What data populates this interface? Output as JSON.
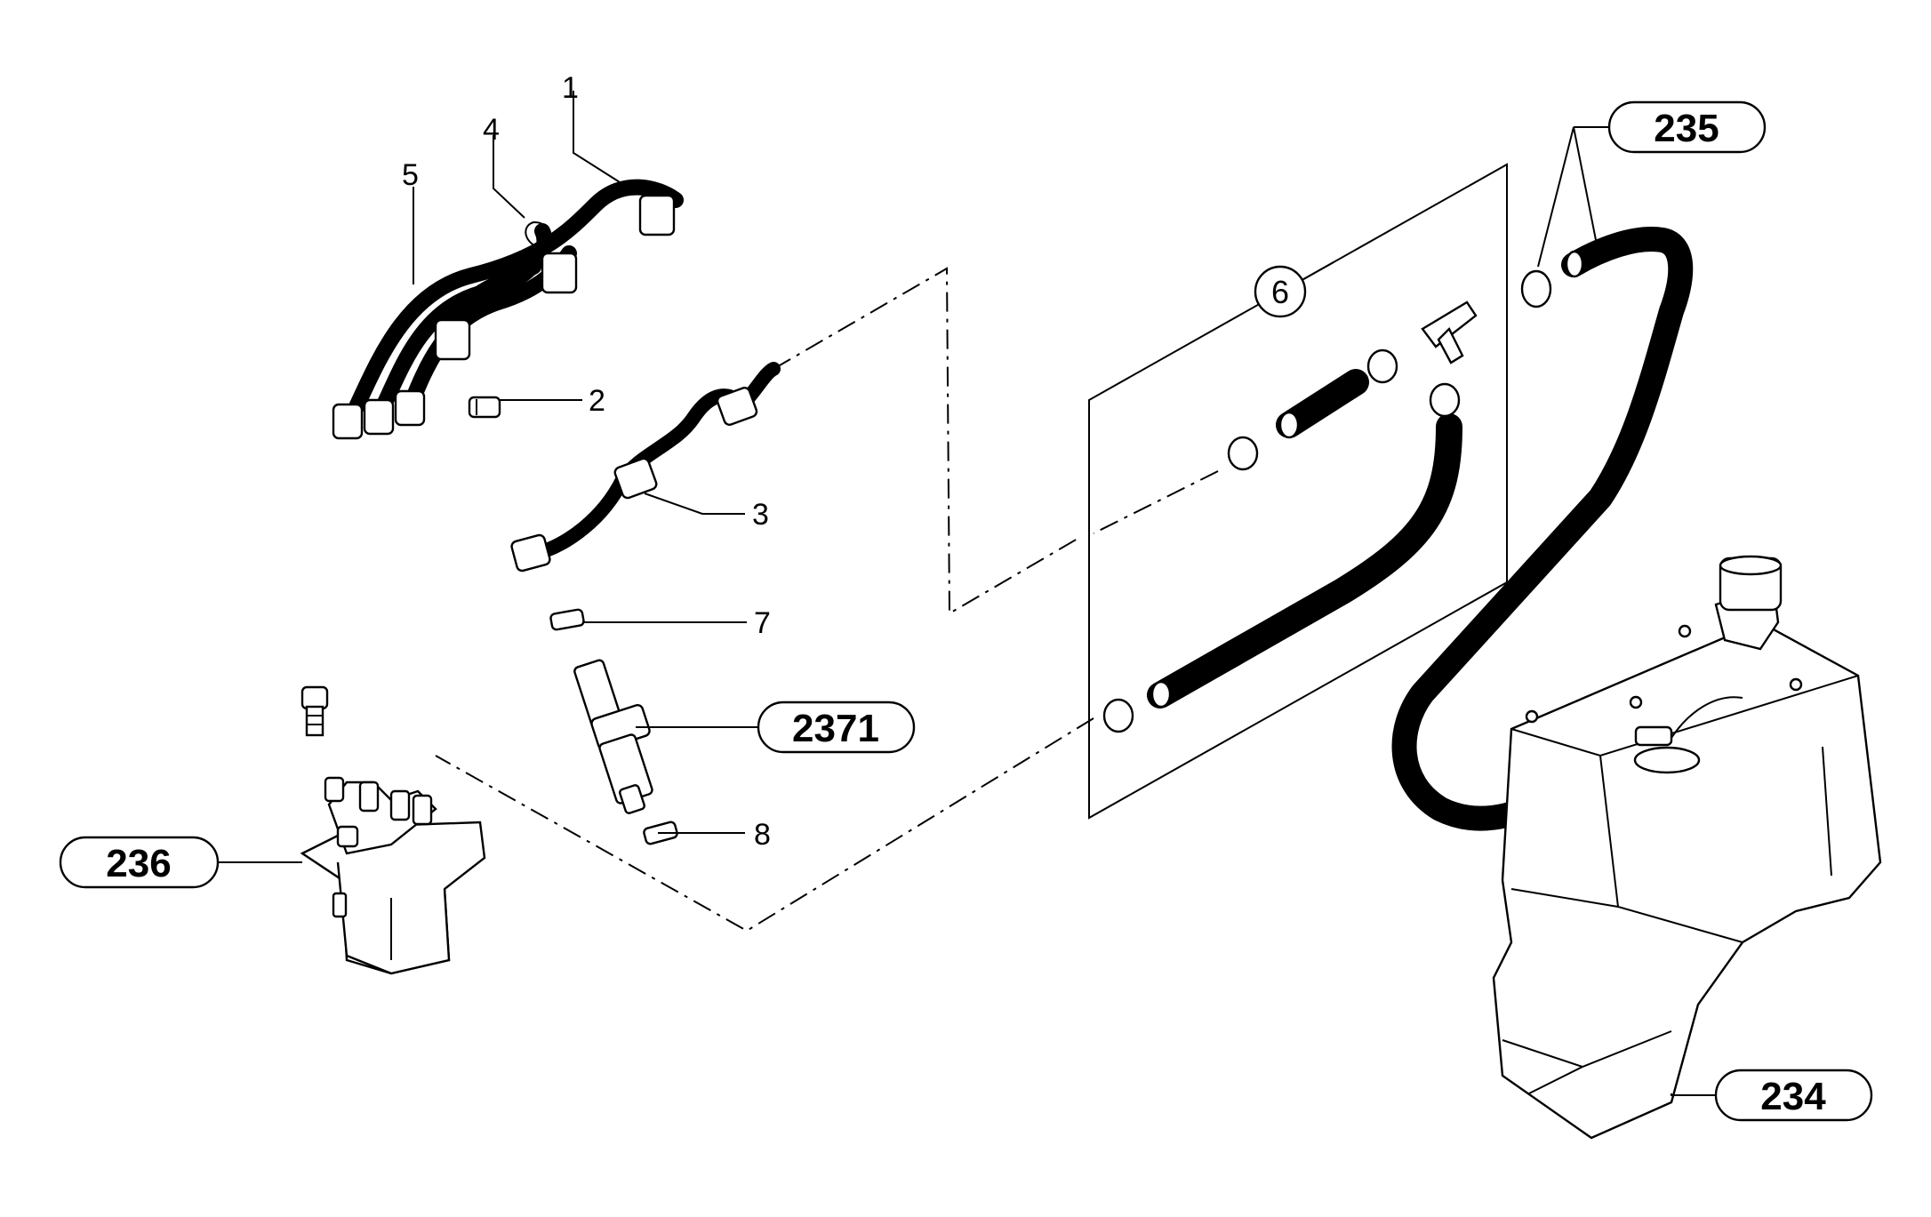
{
  "diagram": {
    "callouts": [
      {
        "id": "1",
        "text": "1"
      },
      {
        "id": "2",
        "text": "2"
      },
      {
        "id": "3",
        "text": "3"
      },
      {
        "id": "4",
        "text": "4"
      },
      {
        "id": "5",
        "text": "5"
      },
      {
        "id": "7",
        "text": "7"
      },
      {
        "id": "8",
        "text": "8"
      }
    ],
    "circle_callout": {
      "text": "6"
    },
    "assembly_labels": {
      "p235": "235",
      "p236": "236",
      "p2371": "2371",
      "p234": "234"
    }
  }
}
